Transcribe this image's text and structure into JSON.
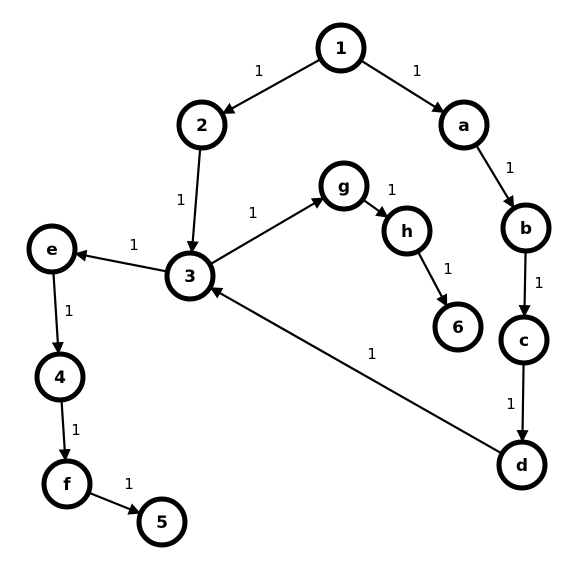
{
  "graph": {
    "stroke_color": "#000000",
    "fill_color": "#ffffff",
    "nodes": [
      {
        "id": "n1",
        "label": "1"
      },
      {
        "id": "n2",
        "label": "2"
      },
      {
        "id": "na",
        "label": "a"
      },
      {
        "id": "nb",
        "label": "b"
      },
      {
        "id": "ng",
        "label": "g"
      },
      {
        "id": "nh",
        "label": "h"
      },
      {
        "id": "ne",
        "label": "e"
      },
      {
        "id": "n3",
        "label": "3"
      },
      {
        "id": "n6",
        "label": "6"
      },
      {
        "id": "nc",
        "label": "c"
      },
      {
        "id": "n4",
        "label": "4"
      },
      {
        "id": "nd",
        "label": "d"
      },
      {
        "id": "nf",
        "label": "f"
      },
      {
        "id": "n5",
        "label": "5"
      }
    ],
    "edges": [
      {
        "id": "e-1-2",
        "from": "1",
        "to": "2",
        "weight": "1"
      },
      {
        "id": "e-1-a",
        "from": "1",
        "to": "a",
        "weight": "1"
      },
      {
        "id": "e-2-3",
        "from": "2",
        "to": "3",
        "weight": "1"
      },
      {
        "id": "e-a-b",
        "from": "a",
        "to": "b",
        "weight": "1"
      },
      {
        "id": "e-3-g",
        "from": "3",
        "to": "g",
        "weight": "1"
      },
      {
        "id": "e-3-e",
        "from": "3",
        "to": "e",
        "weight": "1"
      },
      {
        "id": "e-g-h",
        "from": "g",
        "to": "h",
        "weight": "1"
      },
      {
        "id": "e-h-6",
        "from": "h",
        "to": "6",
        "weight": "1"
      },
      {
        "id": "e-b-c",
        "from": "b",
        "to": "c",
        "weight": "1"
      },
      {
        "id": "e-c-d",
        "from": "c",
        "to": "d",
        "weight": "1"
      },
      {
        "id": "e-d-3",
        "from": "d",
        "to": "3",
        "weight": "1"
      },
      {
        "id": "e-e-4",
        "from": "e",
        "to": "4",
        "weight": "1"
      },
      {
        "id": "e-4-f",
        "from": "4",
        "to": "f",
        "weight": "1"
      },
      {
        "id": "e-f-5",
        "from": "f",
        "to": "5",
        "weight": "1"
      }
    ]
  }
}
